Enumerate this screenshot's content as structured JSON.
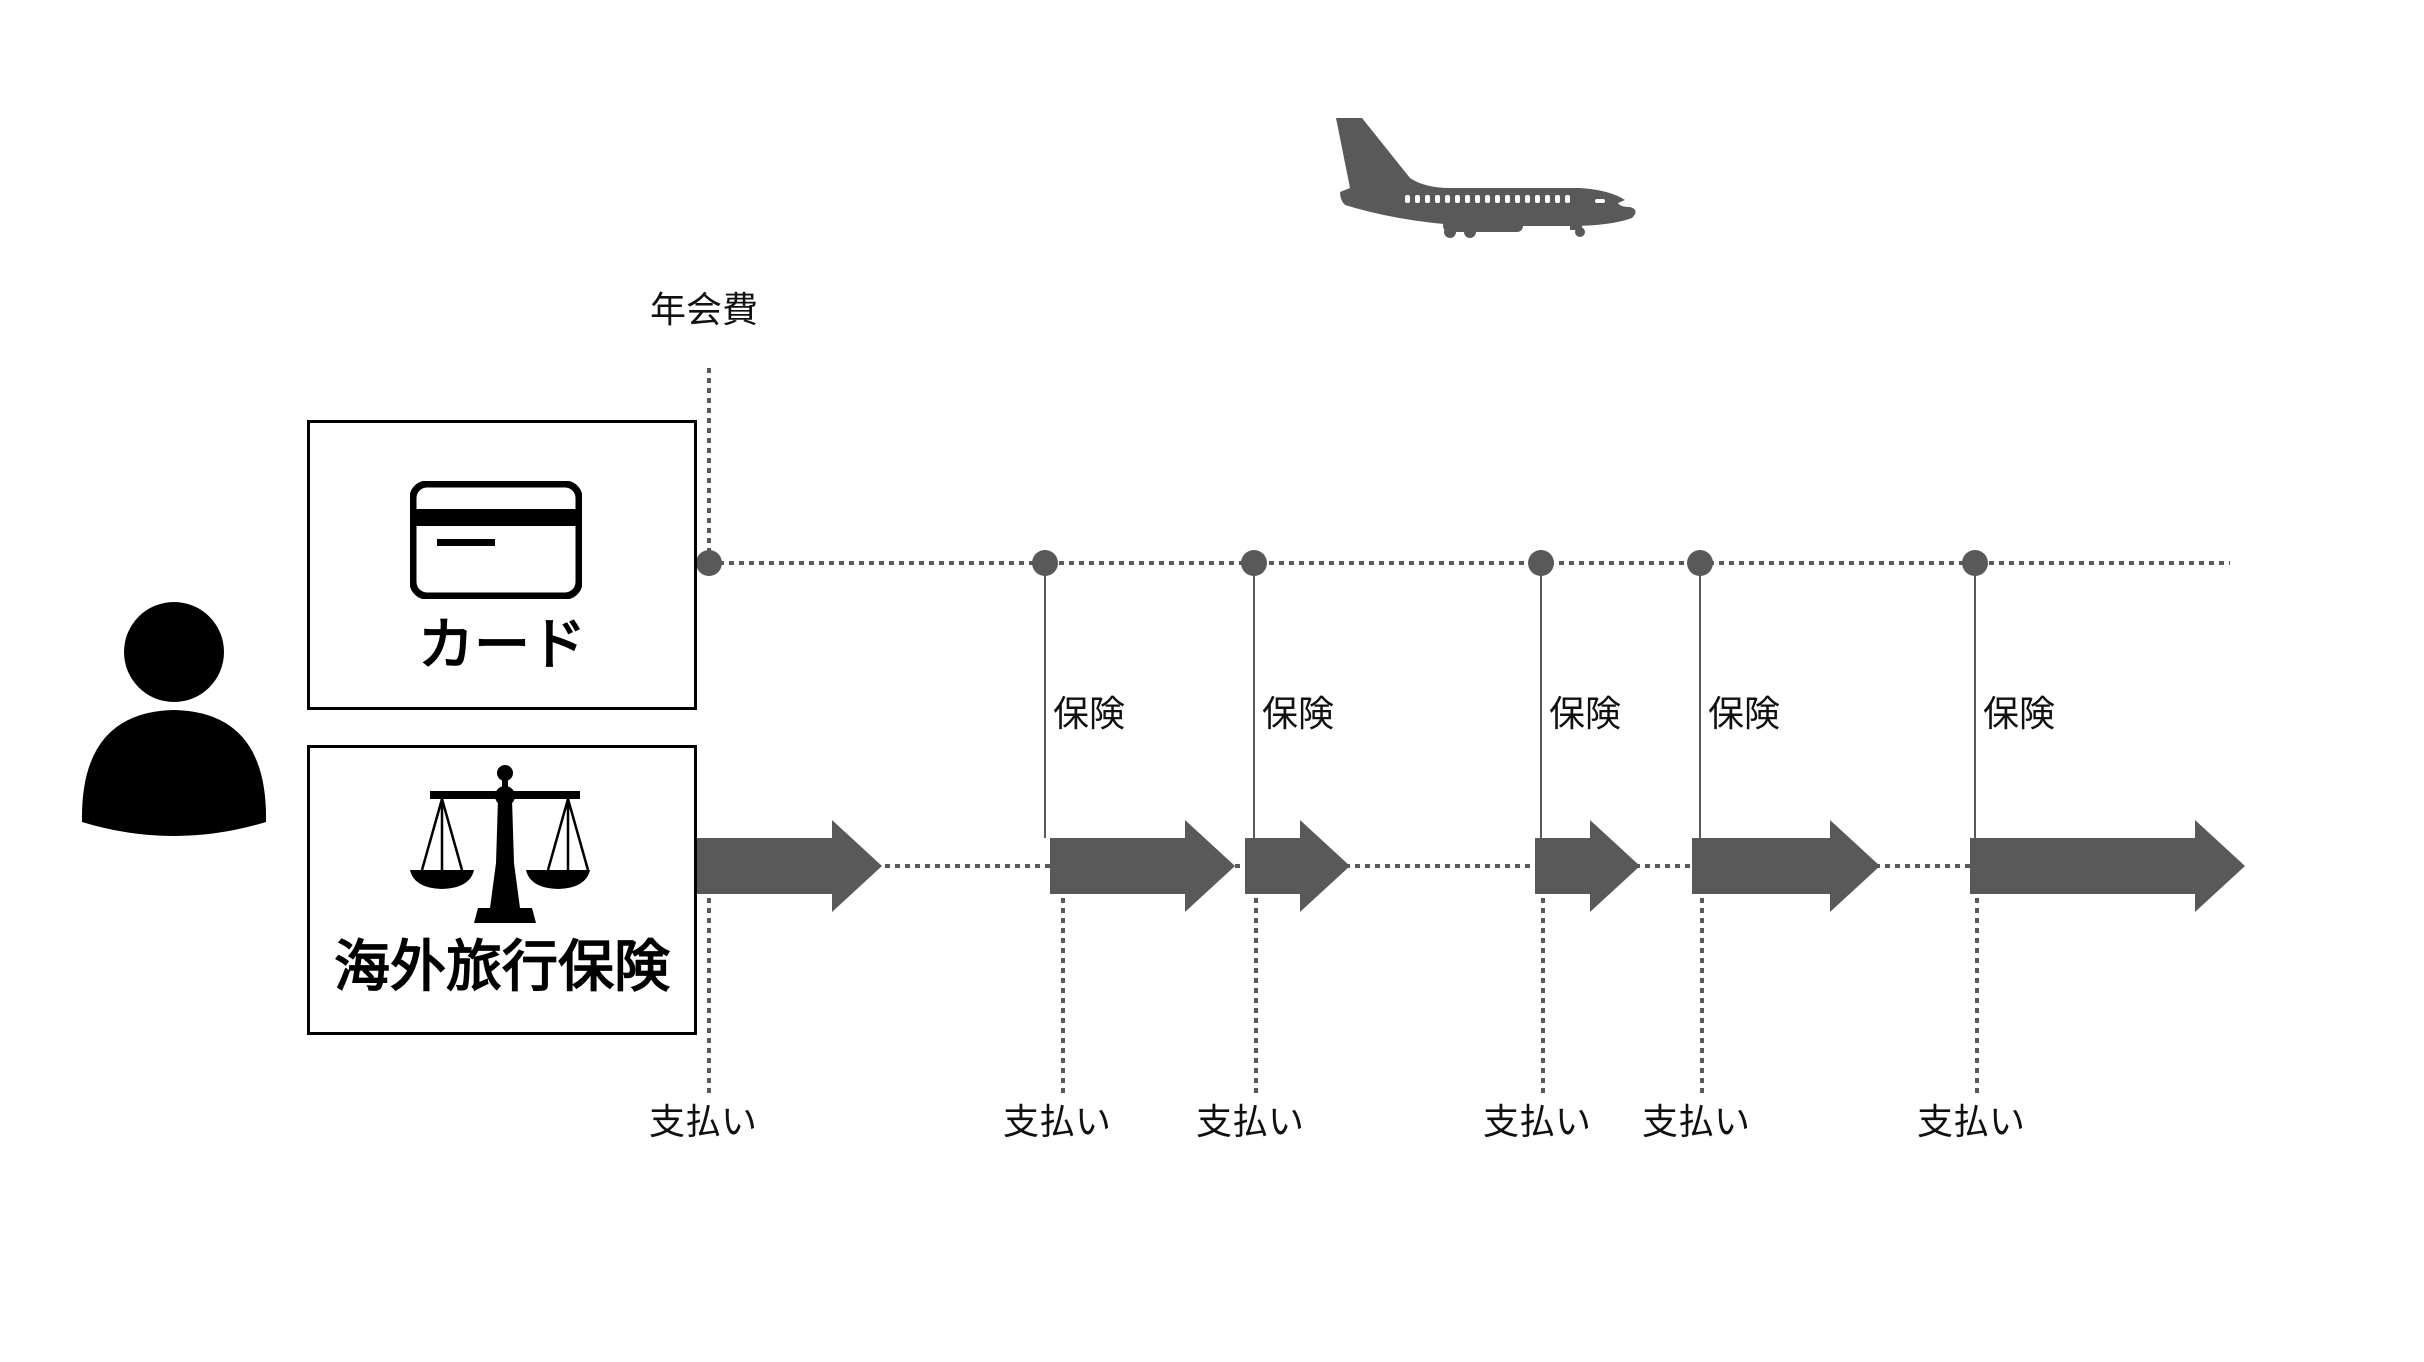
{
  "diagram": {
    "colors": {
      "marker": "#595959",
      "ink": "#000000",
      "background": "#ffffff"
    },
    "actor": {
      "icon": "person-icon"
    },
    "top_icon": "airplane-icon",
    "card_box": {
      "icon": "credit-card-icon",
      "title": "カード"
    },
    "insurance_box": {
      "icon": "scales-icon",
      "title": "海外旅行保険"
    },
    "annual_fee_label": "年会費",
    "events": [
      {
        "index": 0,
        "top_label": "年会費",
        "coverage_label": "",
        "payment_label": "支払い"
      },
      {
        "index": 1,
        "coverage_label": "保険",
        "payment_label": "支払い"
      },
      {
        "index": 2,
        "coverage_label": "保険",
        "payment_label": "支払い"
      },
      {
        "index": 3,
        "coverage_label": "保険",
        "payment_label": "支払い"
      },
      {
        "index": 4,
        "coverage_label": "保険",
        "payment_label": "支払い"
      },
      {
        "index": 5,
        "coverage_label": "保険",
        "payment_label": "支払い"
      }
    ],
    "coverage_labels": [
      "保険",
      "保険",
      "保険",
      "保険",
      "保険"
    ],
    "payment_labels": [
      "支払い",
      "支払い",
      "支払い",
      "支払い",
      "支払い",
      "支払い"
    ]
  }
}
